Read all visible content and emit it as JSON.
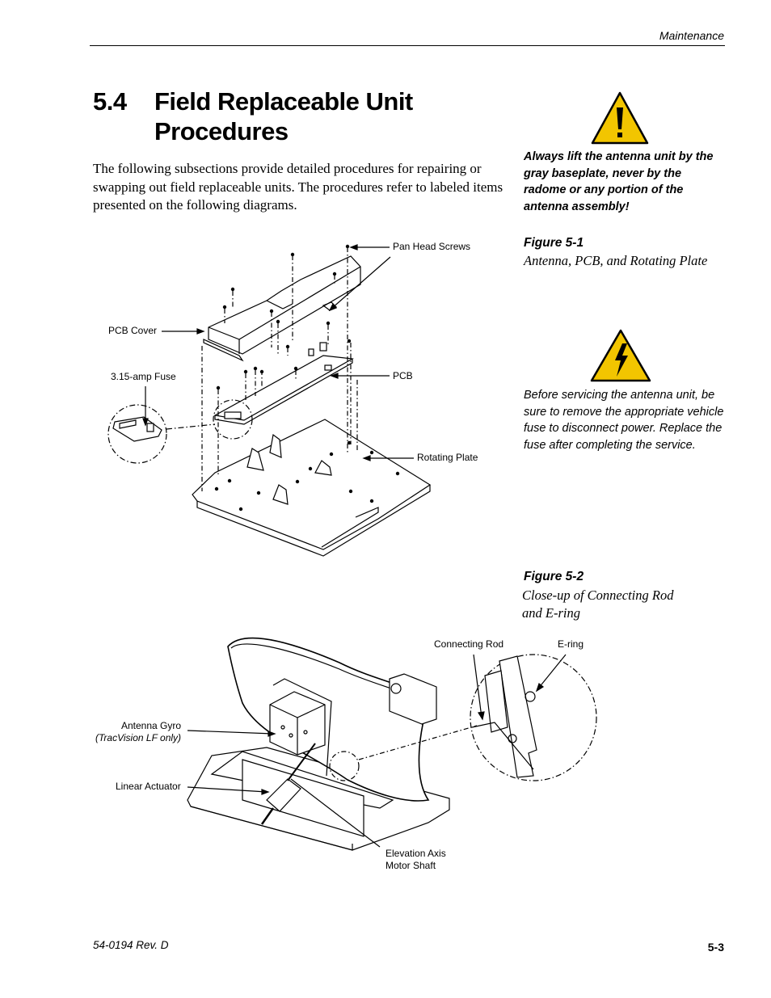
{
  "header": {
    "section": "Maintenance"
  },
  "title": {
    "number": "5.4",
    "line1": "Field Replaceable Unit",
    "line2": "Procedures"
  },
  "intro": "The following subsections provide detailed procedures for repairing or swapping out field replaceable units. The procedures refer to labeled items presented on the following diagrams.",
  "warning_lift": "Always lift the antenna unit by the gray baseplate, never by the radome or any portion of the antenna assembly!",
  "figure1": {
    "label": "Figure 5-1",
    "caption": "Antenna, PCB, and Rotating Plate",
    "callouts": {
      "pan_head_screws": "Pan Head Screws",
      "pcb_cover": "PCB Cover",
      "fuse": "3.15-amp Fuse",
      "pcb": "PCB",
      "rotating_plate": "Rotating Plate"
    }
  },
  "warning_power": "Before servicing the antenna unit, be sure to remove the appropriate vehicle fuse to disconnect power. Replace the fuse after completing the service.",
  "figure2": {
    "label": "Figure 5-2",
    "caption_line1": "Close-up of Connecting Rod",
    "caption_line2": "and E-ring",
    "callouts": {
      "connecting_rod": "Connecting Rod",
      "e_ring": "E-ring",
      "antenna_gyro": "Antenna Gyro",
      "antenna_gyro_note": "(TracVision LF only)",
      "linear_actuator": "Linear Actuator",
      "elevation_axis_1": "Elevation Axis",
      "elevation_axis_2": "Motor Shaft"
    }
  },
  "footer": {
    "doc_number": "54-0194 Rev. D",
    "page_number": "5-3"
  },
  "icons": {
    "warning": "exclamation-triangle-icon",
    "electrical": "high-voltage-triangle-icon"
  },
  "colors": {
    "warning_yellow": "#f2c500",
    "ink": "#000000"
  }
}
